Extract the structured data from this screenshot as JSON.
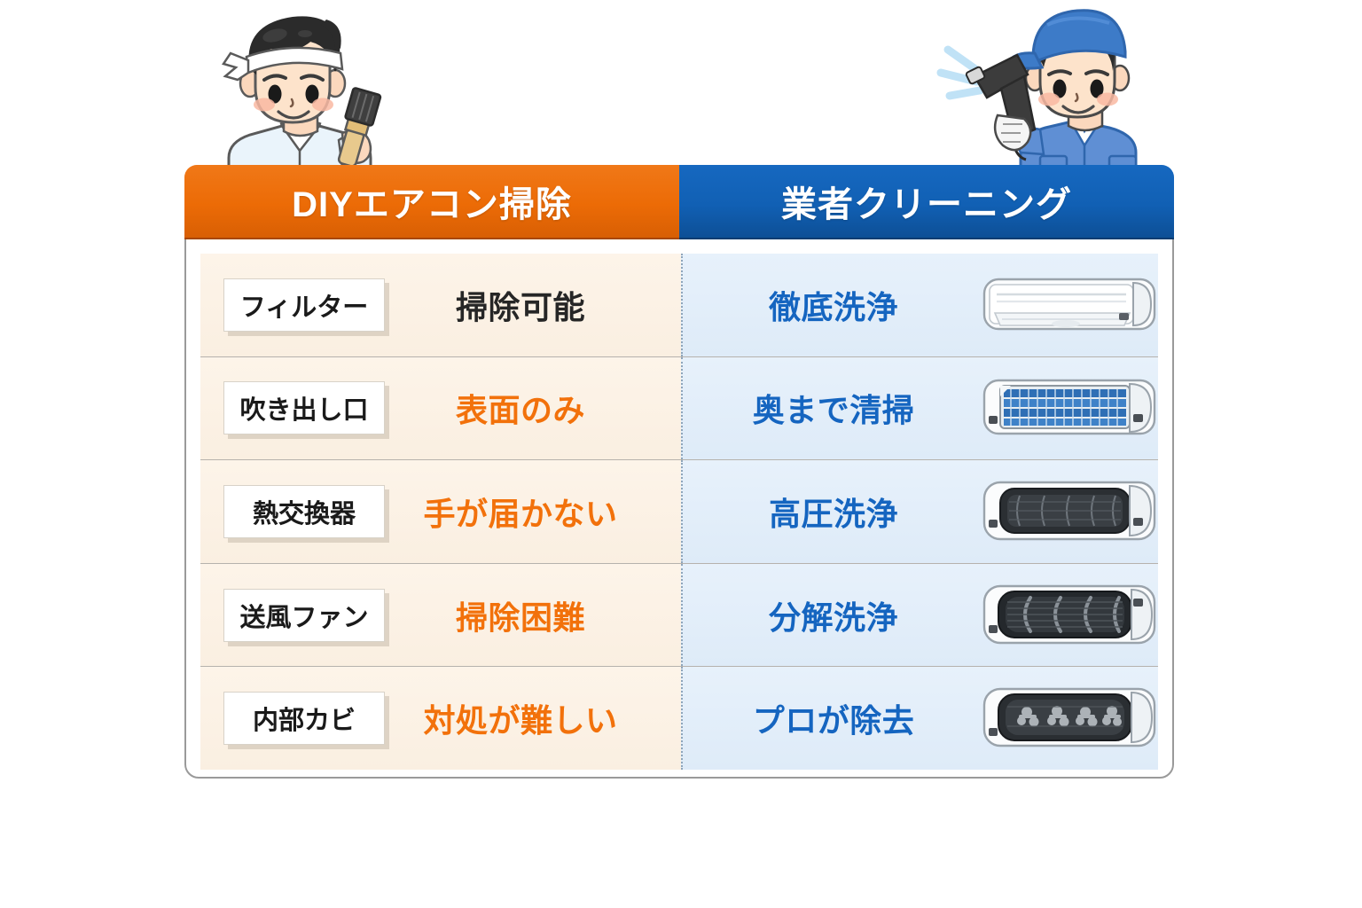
{
  "card": {
    "header": {
      "left_label": "DIYエアコン掃除",
      "right_label": "業者クリーニング",
      "left_color": "#ec6b06",
      "right_color": "#1160b4"
    },
    "colors": {
      "diy_bg": "#faefe1",
      "pro_bg": "#deebf8",
      "diy_accent": "#f2710b",
      "pro_accent": "#1565c0",
      "neutral_text": "#262626",
      "border": "#9a9a9a"
    },
    "rows": [
      {
        "part_label": "フィルター",
        "diy_value": "掃除可能",
        "diy_tone": "neutral",
        "pro_value": "徹底洗浄",
        "ac_icon": "ac-unit-clean-icon"
      },
      {
        "part_label": "吹き出し口",
        "diy_value": "表面のみ",
        "diy_tone": "warn",
        "pro_value": "奥まで清掃",
        "ac_icon": "ac-unit-blue-fins-icon"
      },
      {
        "part_label": "熱交換器",
        "diy_value": "手が届かない",
        "diy_tone": "warn",
        "pro_value": "高圧洗浄",
        "ac_icon": "ac-unit-dark-coil-icon"
      },
      {
        "part_label": "送風ファン",
        "diy_value": "掃除困難",
        "diy_tone": "warn",
        "pro_value": "分解洗浄",
        "ac_icon": "ac-unit-fan-drum-icon"
      },
      {
        "part_label": "内部カビ",
        "diy_value": "対処が難しい",
        "diy_tone": "warn",
        "pro_value": "プロが除去",
        "ac_icon": "ac-unit-mold-icon"
      }
    ]
  },
  "characters": {
    "diy": {
      "name": "diy-person-illustration",
      "description": "headband-man-with-brush",
      "items": [
        "white-headband",
        "paint-brush",
        "white-shirt"
      ]
    },
    "pro": {
      "name": "pro-cleaner-illustration",
      "description": "blue-cap-worker-with-pressure-washer",
      "items": [
        "blue-cap",
        "spray-gun",
        "blue-uniform",
        "water-spray"
      ]
    }
  }
}
